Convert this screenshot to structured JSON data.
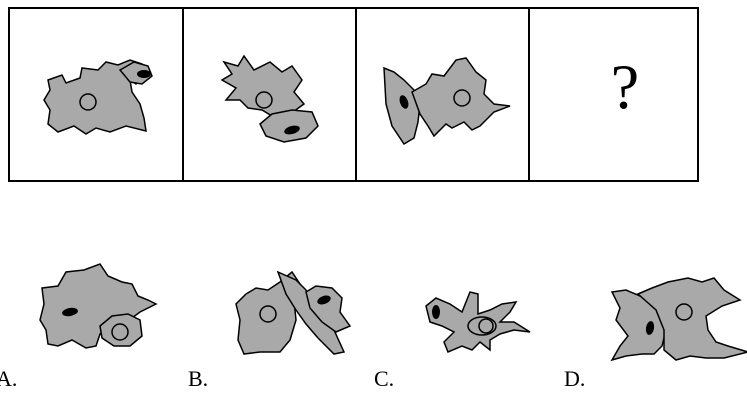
{
  "question_mark": "?",
  "options": [
    {
      "label": "A."
    },
    {
      "label": "B."
    },
    {
      "label": "C."
    },
    {
      "label": "D."
    }
  ],
  "colors": {
    "shape_fill": "#a9a9a9",
    "stroke": "#000000",
    "background": "#ffffff"
  }
}
